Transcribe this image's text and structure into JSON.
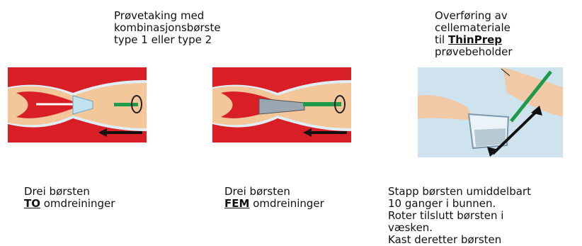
{
  "top_left_caption": {
    "lines": [
      "Prøvetaking med",
      "kombinasjonsbørste",
      "type 1 eller type 2"
    ]
  },
  "top_right_caption": {
    "line1": "Overføring av",
    "line2": "cellemateriale",
    "line3_prefix": "til ",
    "line3_bold": "ThinPrep",
    "line4": "prøvebeholder"
  },
  "step1": {
    "line1": "Drei børsten",
    "bold": "TO",
    "rest": " omdreininger"
  },
  "step2": {
    "line1": "Drei børsten",
    "bold": "FEM",
    "rest": " omdreininger"
  },
  "step3": {
    "lines": [
      "Stapp børsten umiddelbart",
      "10 ganger i bunnen.",
      "Roter tilslutt børsten i",
      "væsken.",
      "Kast deretter børsten"
    ]
  },
  "colors": {
    "tissue_red": "#d81f26",
    "tissue_fill": "#f3c79a",
    "brush_green": "#1e9a4a",
    "hand_skin": "#f1c9a6",
    "background_blue": "#cfe3ef"
  }
}
